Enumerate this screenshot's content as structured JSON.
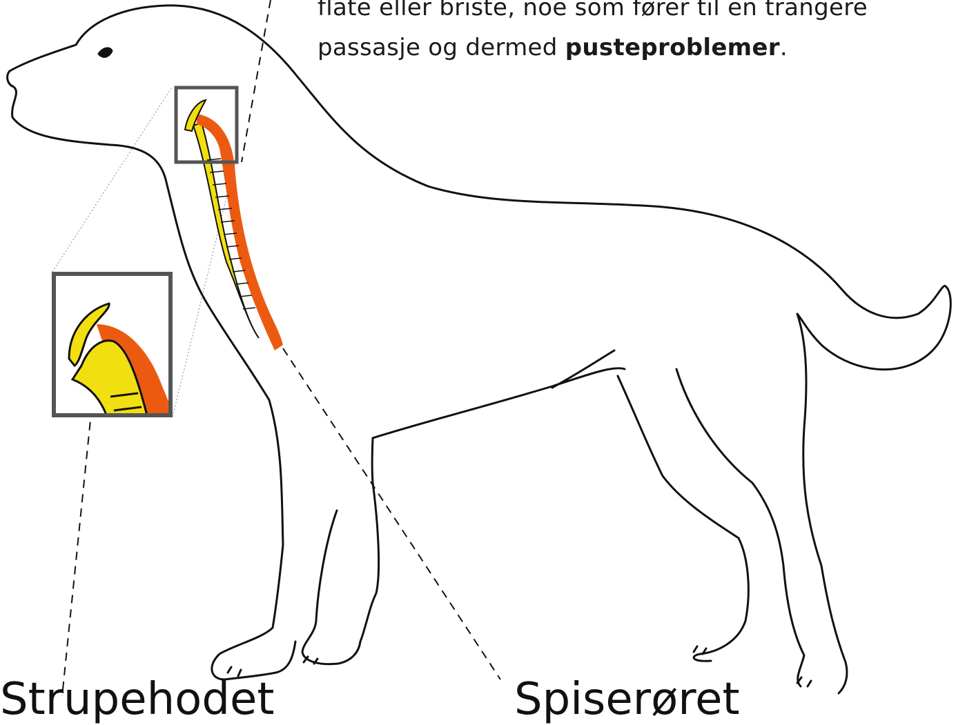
{
  "caption": {
    "line1": "flate eller briste, noe som fører til en trangere",
    "line2_prefix": "passasje og dermed ",
    "line2_bold": "pusteproblemer",
    "line2_suffix": "."
  },
  "labels": {
    "bottom_left": "Strupehodet",
    "bottom_right": "Spiserøret"
  },
  "colors": {
    "trachea": "#f2df10",
    "esophagus": "#ec5a12",
    "outline": "#111111",
    "zoom_box": "#555555"
  }
}
